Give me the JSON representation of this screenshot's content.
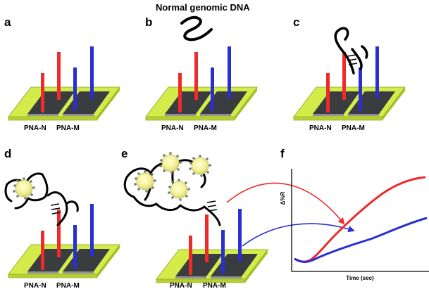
{
  "title": "Normal genomic DNA",
  "panels": [
    {
      "letter": "a",
      "electrode_labels": [
        "PNA-N",
        "PNA-M"
      ]
    },
    {
      "letter": "b",
      "electrode_labels": [
        "PNA-N",
        "PNA-M"
      ]
    },
    {
      "letter": "c",
      "electrode_labels": [
        "PNA-N",
        "PNA-M"
      ]
    },
    {
      "letter": "d",
      "electrode_labels": [
        "PNA-N",
        "PNA-M"
      ]
    },
    {
      "letter": "e",
      "electrode_labels": [
        "PNA-N",
        "PNA-M"
      ]
    },
    {
      "letter": "f"
    }
  ],
  "graph": {
    "xlabel": "Time (sec)",
    "ylabel": "Δ%R"
  },
  "colors": {
    "substrate": "#d4ec4a",
    "substrate_edge": "#9bb22a",
    "electrode": "#3a3d40",
    "pna_n": "#ee2a2a",
    "pna_m": "#2a2fd2",
    "dna": "#000000",
    "nanoparticle": "#f4f2a4"
  }
}
